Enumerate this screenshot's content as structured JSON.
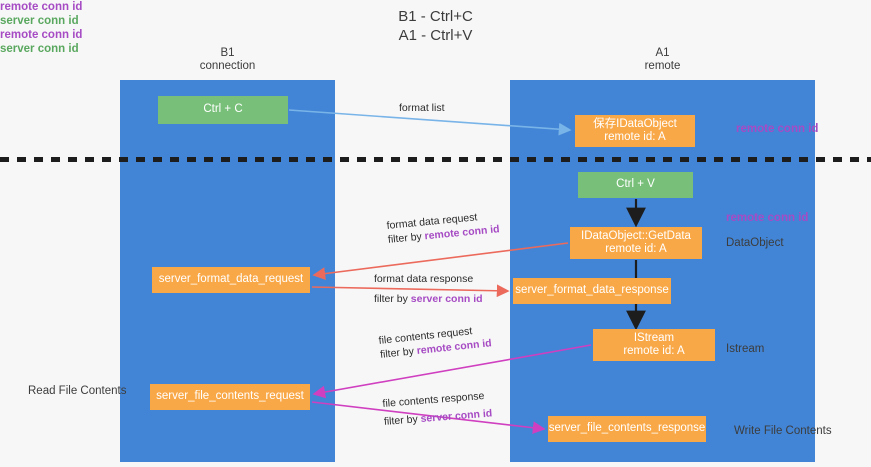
{
  "title": "B1 - Ctrl+C\nA1 - Ctrl+V",
  "lanes": [
    {
      "id": "b1",
      "header": "B1\nconnection",
      "color": "#4285d6"
    },
    {
      "id": "a1",
      "header": "A1\nremote",
      "color": "#4285d6"
    }
  ],
  "boxes": {
    "ctrl_c": "Ctrl + C",
    "idataobject_store": "保存IDataObject\nremote id: A",
    "ctrl_v": "Ctrl + V",
    "getdata": "IDataObject::GetData\nremote id: A",
    "server_format_data_request": "server_format_data_request",
    "server_format_data_response": "server_format_data_response",
    "istream": "IStream\nremote id: A",
    "server_file_contents_request": "server_file_contents_request",
    "server_file_contents_response": "server_file_contents_response"
  },
  "notes": {
    "remote_conn_id_top": "remote conn id",
    "remote_conn_id_mid": "remote conn id",
    "data_object": "DataObject",
    "istream": "Istream",
    "write_file_contents": "Write File Contents",
    "read_file_contents": "Read File Contents",
    "left_ids_mid": "remote conn id\nserver conn id",
    "left_ids_bottom": "remote conn id\nserver conn id"
  },
  "arrow_labels": {
    "format_list": "format list",
    "format_data_request": "format data request",
    "format_data_request_filter_prefix": "filter by ",
    "format_data_request_filter_id": "remote conn id",
    "format_data_response": "format data response",
    "format_data_response_filter_prefix": "filter by ",
    "format_data_response_filter_id": "server conn id",
    "file_contents_request": "file contents request",
    "file_contents_request_filter_prefix": "filter by ",
    "file_contents_request_filter_id": "remote conn id",
    "file_contents_response": "file contents response",
    "file_contents_response_filter_prefix": "filter by ",
    "file_contents_response_filter_id": "server conn id"
  },
  "colors": {
    "lane": "#4285d6",
    "green_box": "#78c07a",
    "orange_box": "#f9a847",
    "purple_id": "#a64bc4",
    "green_id": "#5aa85f",
    "arrow_blue": "#79b4e8",
    "arrow_red": "#ec6a5c",
    "arrow_magenta": "#cf3fc0",
    "arrow_black": "#1d1d1d",
    "divider": "#1d1d1d"
  }
}
